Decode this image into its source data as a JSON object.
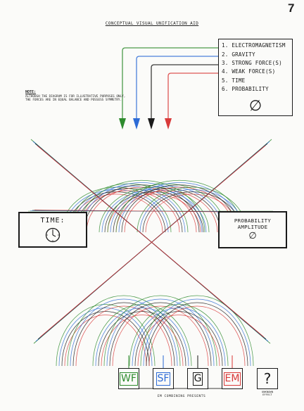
{
  "page_number": "7",
  "title": "CONCEPTUAL VISUAL UNIFICATION AID",
  "legend": {
    "items": [
      {
        "label": "1. ELECTROMAGNETISM",
        "boxed": true
      },
      {
        "label": "2. GRAVITY",
        "boxed": false
      },
      {
        "label": "3. STRONG FORCE(S)",
        "boxed": true
      },
      {
        "label": "4. WEAK FORCE(S)",
        "boxed": true
      },
      {
        "label": "5. TIME",
        "boxed": false
      },
      {
        "label": "6. PROBABILITY",
        "boxed": false
      }
    ],
    "symbol": "∅"
  },
  "note": {
    "heading": "NOTE:",
    "text": "ALTHOUGH THE DIAGRAM IS FOR ILLUSTRATIVE PURPOSES ONLY, THE FORCES ARE IN EQUAL BALANCE AND POSSESS SYMMETRY."
  },
  "time_box": {
    "label": "TIME:"
  },
  "probability_box": {
    "label": "PROBABILITY\nAMPLITUDE",
    "symbol": "∅"
  },
  "bottom_boxes": [
    {
      "label": "WF",
      "color": "#2e8b2e"
    },
    {
      "label": "SF",
      "color": "#2d6bd6"
    },
    {
      "label": "G",
      "color": "#1a1a1a"
    },
    {
      "label": "EM",
      "color": "#d93a3a"
    },
    {
      "label": "?",
      "color": "#1a1a1a"
    }
  ],
  "bottom_caption": "EM COMBINING PRESENTS",
  "question_caption": "UNKNOWN\nEFFECT",
  "colors": {
    "electromagnetism": "#d93a3a",
    "gravity": "#1a1a1a",
    "strong_force": "#2d6bd6",
    "weak_force": "#2e8b2e",
    "ink": "#1a1a1a"
  }
}
